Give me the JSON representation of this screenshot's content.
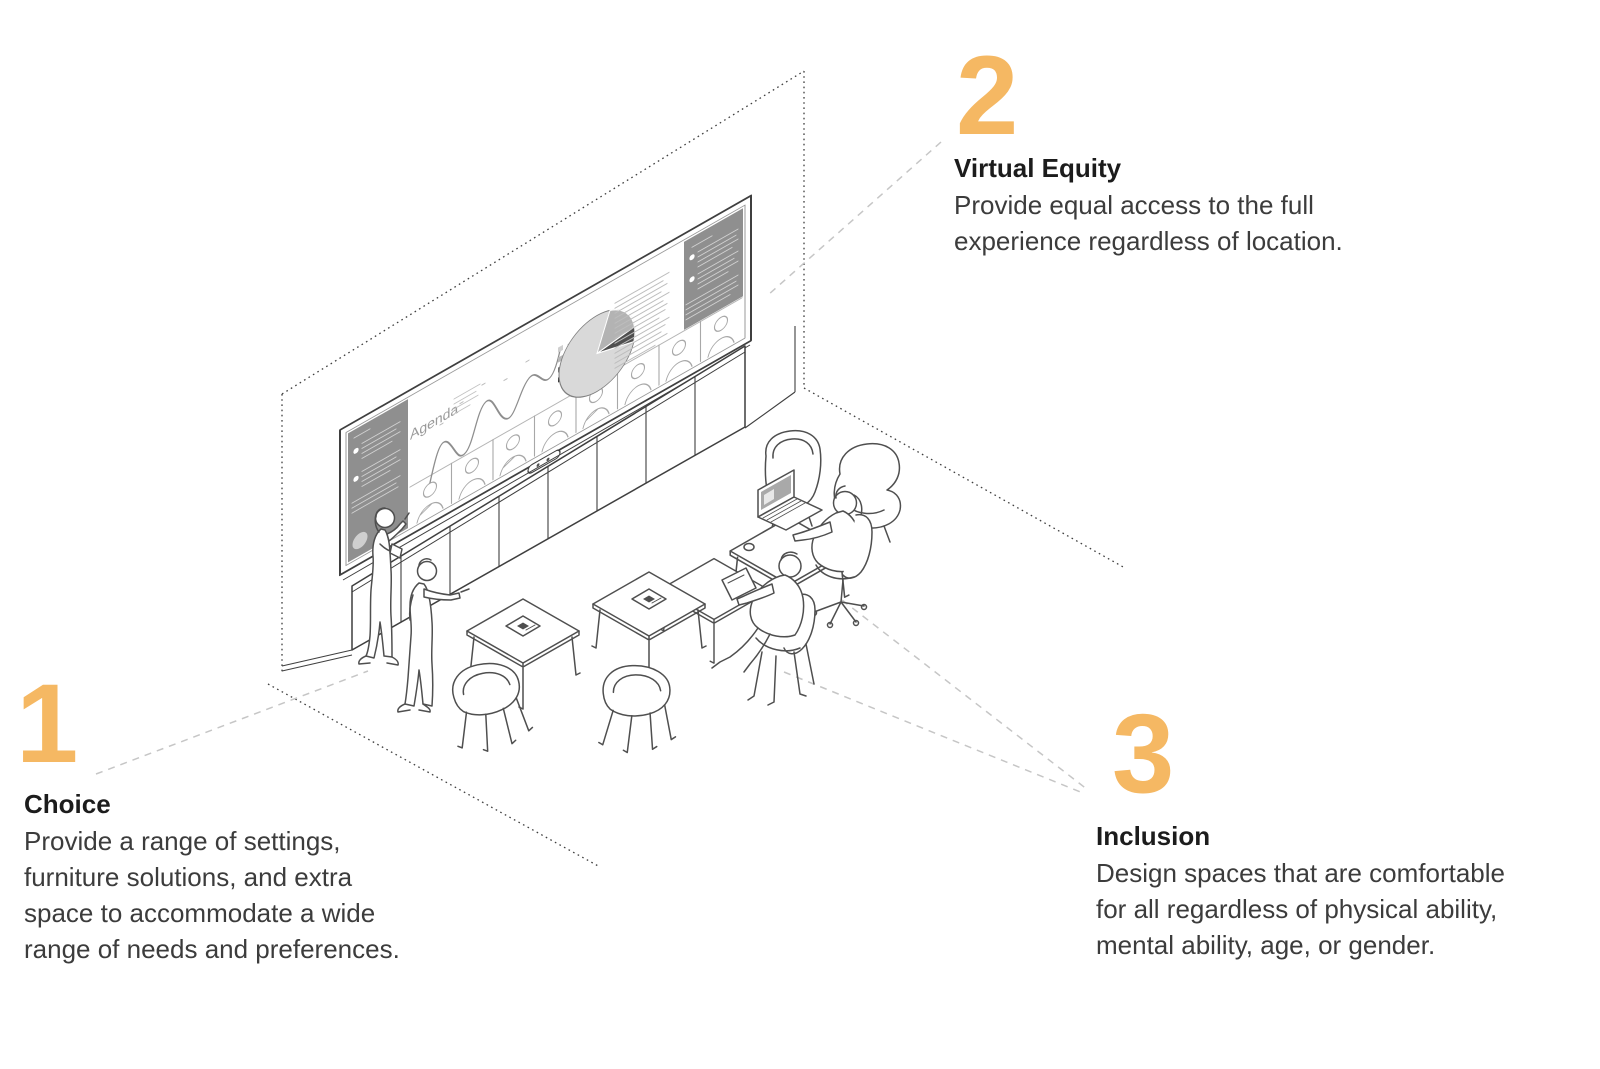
{
  "accent_color": "#F5B863",
  "callouts": [
    {
      "number": "1",
      "title": "Choice",
      "description": "Provide a range of settings,\nfurniture solutions, and extra\nspace to accommodate a wide\nrange of needs and preferences."
    },
    {
      "number": "2",
      "title": "Virtual Equity",
      "description": "Provide equal access to the full\nexperience regardless of location."
    },
    {
      "number": "3",
      "title": "Inclusion",
      "description": "Design spaces that are comfortable\nfor all regardless of physical ability,\nmental ability, age, or gender."
    }
  ],
  "illustration": {
    "screen_agenda_label": "Agenda"
  },
  "colors": {
    "line_art": "#4f4f4f",
    "panel_gray": "#8f8f8f",
    "leader_dash": "#c6c6c6"
  }
}
